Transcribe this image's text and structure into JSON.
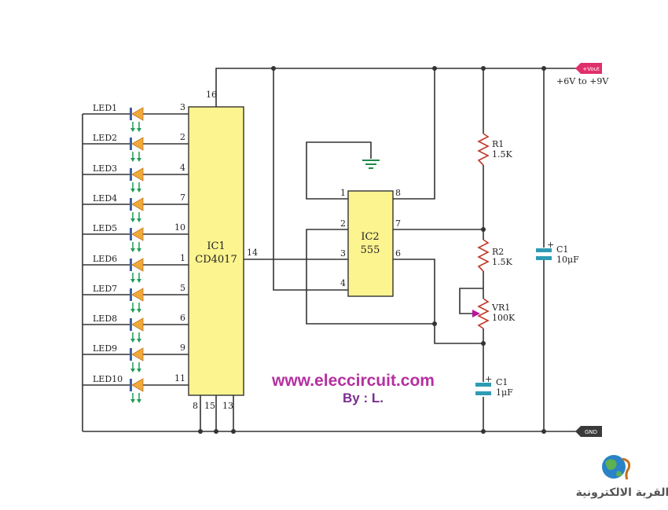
{
  "colors": {
    "wire": "#333333",
    "ic_fill": "#FCF48F",
    "led_fill": "#F2A93B",
    "led_bar": "#3F5E9E",
    "led_arrow": "#1F9D55",
    "ground": "#1F8A4C",
    "cap_plate": "#2E9BB5",
    "resistor": "#C0392B",
    "vr_arrow": "#B5179E",
    "website": "#B52FA0",
    "byline": "#7A2E8E",
    "vout_tag": "#E0306B",
    "gnd_tag": "#3A3A3A"
  },
  "ic1": {
    "name": "IC1",
    "part": "CD4017"
  },
  "ic2": {
    "name": "IC2",
    "part": "555"
  },
  "leds": [
    {
      "label": "LED1",
      "pin": "3"
    },
    {
      "label": "LED2",
      "pin": "2"
    },
    {
      "label": "LED3",
      "pin": "4"
    },
    {
      "label": "LED4",
      "pin": "7"
    },
    {
      "label": "LED5",
      "pin": "10"
    },
    {
      "label": "LED6",
      "pin": "1"
    },
    {
      "label": "LED7",
      "pin": "5"
    },
    {
      "label": "LED8",
      "pin": "6"
    },
    {
      "label": "LED9",
      "pin": "9"
    },
    {
      "label": "LED10",
      "pin": "11"
    }
  ],
  "ic1_pins": {
    "vdd": "16",
    "out": "14",
    "bottom": [
      "8",
      "15",
      "13"
    ]
  },
  "ic2_pins": {
    "p1": "1",
    "p2": "2",
    "p3": "3",
    "p4": "4",
    "p8": "8",
    "p7": "7",
    "p6": "6"
  },
  "components": {
    "r1": {
      "name": "R1",
      "value": "1.5K"
    },
    "r2": {
      "name": "R2",
      "value": "1.5K"
    },
    "vr1": {
      "name": "VR1",
      "value": "100K"
    },
    "c1_small": {
      "name": "C1",
      "value": "1μF"
    },
    "c1_big": {
      "name": "C1",
      "value": "10μF"
    }
  },
  "supply": {
    "vout_tag": "+Vout",
    "range": "+6V to +9V",
    "gnd_tag": "GND"
  },
  "branding": {
    "website": "www.eleccircuit.com",
    "byline": "By : L.",
    "logo_text": "القرية الالكترونية"
  },
  "icons": {
    "ground": "ground-icon",
    "logo": "globe-logo-icon"
  }
}
